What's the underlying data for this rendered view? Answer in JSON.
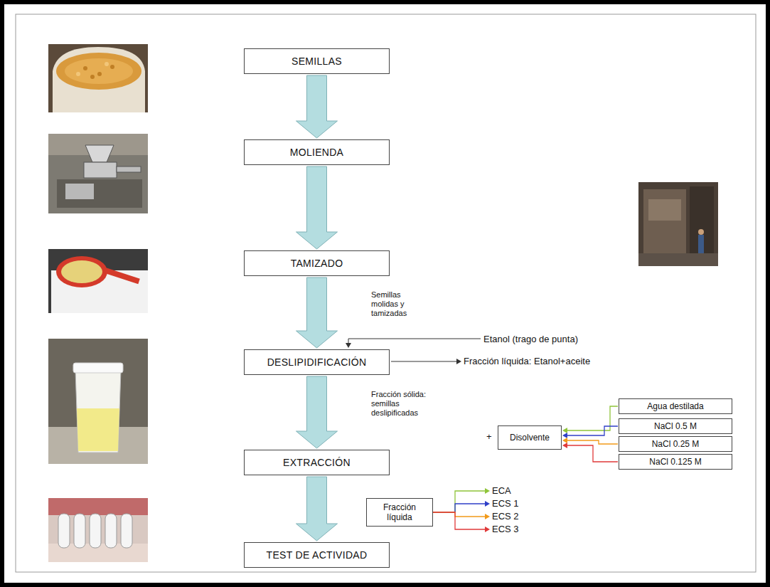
{
  "diagram": {
    "nodes": [
      {
        "text": [
          "SEMILLAS"
        ]
      },
      {
        "text": [
          "MOLIENDA"
        ]
      },
      {
        "text": [
          "TAMIZADO"
        ]
      },
      {
        "text": [
          "DESLIPIDIFICACIÓN"
        ]
      },
      {
        "text": [
          "EXTRACCIÓN"
        ]
      },
      {
        "text": [
          "TEST DE ACTIVIDAD"
        ]
      },
      {
        "text": [
          "Disolvente"
        ]
      },
      {
        "text": [
          "Agua destilada"
        ]
      },
      {
        "text": [
          "NaCl 0.5 M"
        ]
      },
      {
        "text": [
          "NaCl 0.25 M"
        ]
      },
      {
        "text": [
          "NaCl 0.125 M"
        ]
      },
      {
        "text": [
          "Fracción líquida"
        ]
      }
    ],
    "edges": [
      {
        "from": 0,
        "to": 1,
        "arrow": "to"
      },
      {
        "from": 1,
        "to": 2,
        "arrow": "to"
      },
      {
        "from": 2,
        "to": 3,
        "label": "Semillas molidas y tamizadas",
        "arrow": "to"
      },
      {
        "from": 3,
        "to": 4,
        "label": "Fracción sólida: semillas deslipificadas",
        "arrow": "to"
      },
      {
        "from": 4,
        "to": 5,
        "arrow": "to"
      },
      {
        "from": 7,
        "to": 6,
        "arrow": "to"
      },
      {
        "from": 8,
        "to": 6,
        "arrow": "to"
      },
      {
        "from": 9,
        "to": 6,
        "arrow": "to"
      },
      {
        "from": 10,
        "to": 6,
        "arrow": "to"
      }
    ],
    "labels": [
      "Etanol (trago de punta)",
      "Fracción líquida: Etanol+aceite",
      "+",
      "ECA",
      "ECS 1",
      "ECS 2",
      "ECS 3"
    ]
  }
}
